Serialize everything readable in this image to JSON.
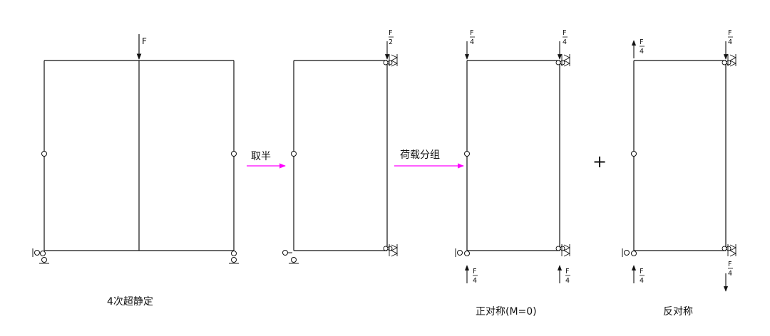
{
  "texts": {
    "load_F": "F",
    "caption_1": "4次超静定",
    "arrow_take_half": "取半",
    "arrow_load_grouping": "荷载分组",
    "plus": "+",
    "caption_symmetric": "正对称(M=0)",
    "caption_antisymmetric": "反对称"
  },
  "fractions": {
    "F_over_2": {
      "num": "F",
      "den": "2"
    },
    "F_over_4": {
      "num": "F",
      "den": "4"
    }
  },
  "colors": {
    "line": "#111111",
    "arrow_magenta": "#ff00ff",
    "background": "#ffffff"
  }
}
